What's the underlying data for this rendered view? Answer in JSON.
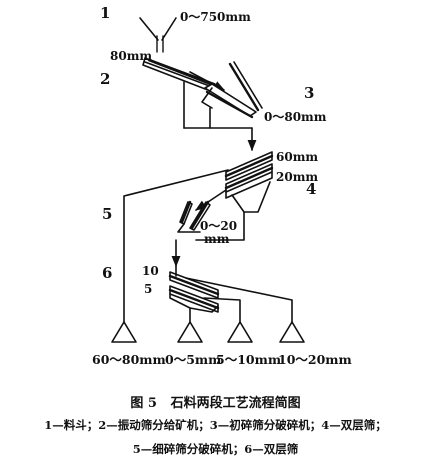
{
  "labels": {
    "n1": "1",
    "n2": "2",
    "n3": "3",
    "n4": "4",
    "n5": "5",
    "n6": "6",
    "feed_size": "0～750mm",
    "screen1_cut": "80mm",
    "primary_out": "0～80mm",
    "deck_top": "60mm",
    "deck_bottom": "20mm",
    "secondary_out_a": "0～20",
    "secondary_out_b": "mm",
    "deck2_top": "10",
    "deck2_bottom": "5"
  },
  "outputs": [
    "60～80mm",
    "0～5mm",
    "5～10mm",
    "10～20mm"
  ],
  "caption": {
    "figure_no": "图 5",
    "title": "石料两段工艺流程简图"
  },
  "legend": {
    "line1": "1—料斗；2—振动筛分给矿机；3—初碎筛分破碎机；4—双层筛；",
    "line2": "5—细碎筛分破碎机；6—双层筛"
  },
  "colors": {
    "ink": "#111111",
    "background": "#ffffff"
  }
}
